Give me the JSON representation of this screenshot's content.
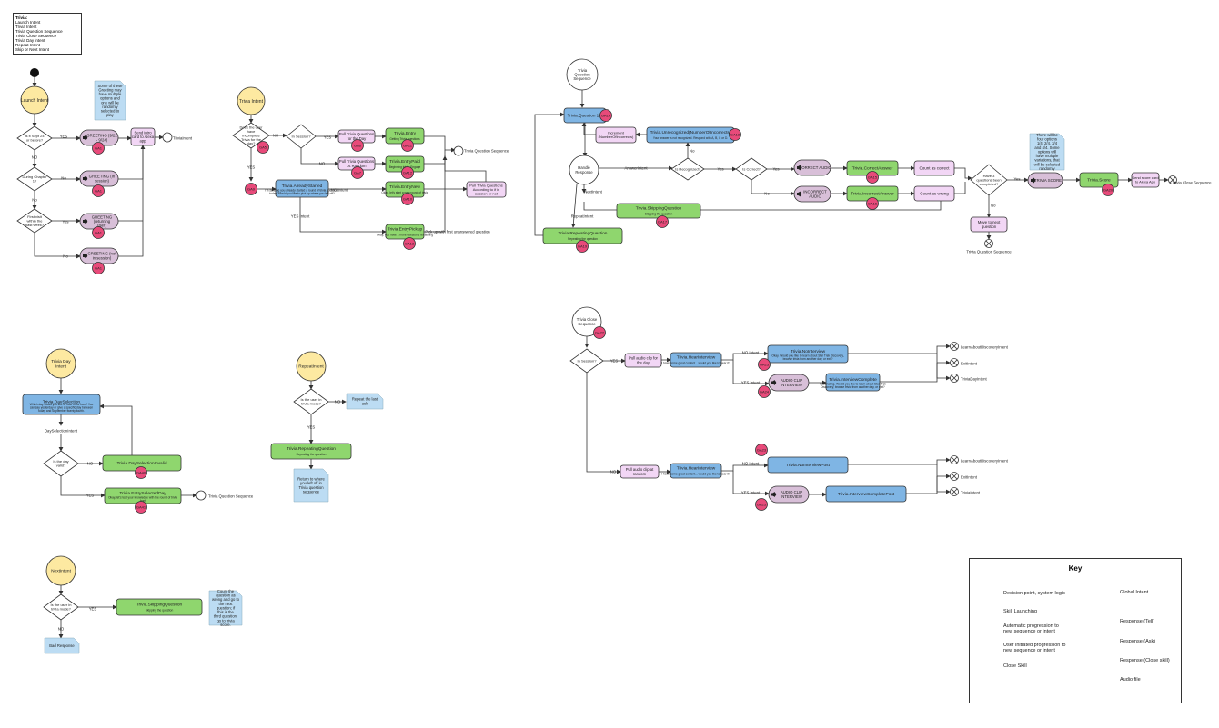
{
  "legend": {
    "title": "Trivia:",
    "items": [
      "Launch Intent",
      "Trivia Intent",
      "Trivia Question Sequence",
      "Trivia Close Sequence",
      "Trivia Day intent",
      "Repeat Intent",
      "Skip or Next Intent"
    ]
  },
  "launch": {
    "intent": "Launch Intent",
    "d1": "Is it Sept 24 or before?",
    "d2": "During Chapter 1?",
    "d3": "First visit within the past week?",
    "yes_upper": "YES",
    "no_upper": "NO",
    "yes": "Yes",
    "no": "No",
    "greet1": "GREETING (9/22 - 9/24)",
    "greet2": "GREETING (In session)",
    "greet3": "GREETING (returning user)",
    "greet4": "GREETING (not in session)",
    "ga": "GA1",
    "note": "Some of these Greeting may have multiple options and one will be randomly selected to play",
    "send": "Send intro card to Alexa app",
    "trivia_intent": "TriviaIntent"
  },
  "trivia_intent": {
    "intent": "Trivia Intent",
    "d1": "Does the user have incomplete Trivia for the day?",
    "d2": "In Session?",
    "yes": "YES",
    "no": "NO",
    "pull1": "Pull Trivia Questions for the Day",
    "pull2": "Pull Trivia Questions At Random",
    "entry_title": "Trivia.Entry",
    "entry_sub": "Getting Trivia questions",
    "entrypaid_title": "Trivia.EntryPaid",
    "entrypaid_sub": "Beginning trivia. Engage",
    "already_title": "Trivia.AlreadyStarted",
    "already_sub": "I'm sensing you already started a round of trivia questions today. Would you like to pick up where you left off?",
    "no_intent": "NO Intent",
    "yes_intent": "YES Intent",
    "entrynew_title": "Trivia.EntryNew",
    "entrynew_sub": "Okay, let's start a new round of trivia",
    "pull3": "Pull Trivia Questions According to if in session or not",
    "pickup_title": "Trivia.EntryPickup",
    "pickup_sub": "Okay, you have 2 more questions remaining",
    "pickup_note": "Pick up with first unanswered question",
    "tqs": "Trivia Question Sequence",
    "ga5": "GA5",
    "ga6": "GA6",
    "ga7": "GA7",
    "ga9": "GA9",
    "ga10": "GA10",
    "ga11": "GA11",
    "ga12": "GA12",
    "ga13": "GA13"
  },
  "question_seq": {
    "start": "Trivia Question Sequence",
    "q_title": "Trivia.Question 1-3",
    "ga14": "GA14",
    "unrec_title": "Trivia.Unrecognized(NumberOfIncorrects)",
    "unrec_sub": "Your answer is not recognized. Respond with A, B, C or D.",
    "ga18": "GA18",
    "increment": "Increment (NumberOfIncorrects)",
    "handle": "Handle Response",
    "answer_intent": "AnswerIntent",
    "recognized": "Is Recognized?",
    "no": "No",
    "yes": "Yes",
    "correct_q": "Is Correct?",
    "correct_audio": "CORRECT AUDIO",
    "incorrect_audio": "INCORRECT AUDIO",
    "correct_ans": "Trivia.CorrectAnswer",
    "incorrect_ans": "Trivia.IncorrectAnswer",
    "ga15": "GA15",
    "ga16": "GA16",
    "ga17": "GA17",
    "ga19": "GA19",
    "count_correct": "Count as correct",
    "count_wrong": "Count as wrong",
    "next_intent": "NextIntent",
    "repeat_intent": "RepeatIntent",
    "skip_title": "Trivia.SkippingQuestion",
    "skip_sub": "Skipping the question",
    "repeat_title": "Trivia.RepeatingQuestion",
    "repeat_sub": "Repeating the question",
    "have3": "Have 3 questions been completed?",
    "move_next": "Move to next question",
    "tqs": "Trivia Question Sequence",
    "score_audio": "TRIVIA SCORE",
    "score_note": "There will be four options 1/4, 2/4, 3/4 and 4/4. Some options will have multiple variations, that will be selected randomly",
    "score": "Trivia.Score",
    "ga20": "GA20",
    "send_score": "Send score card to Alexa App",
    "close_seq": "Trivia Close Sequence"
  },
  "close_seq": {
    "start": "Trivia Close Sequence",
    "ga22": "GA22",
    "in_session": "In Session?",
    "yes": "YES",
    "no": "NO",
    "pull_day": "Pull audio clip for the day",
    "pull_random": "Pull audio clip at random",
    "hear1_title": "Trivia.HearInterview",
    "hear1_sub": "I have some great content... would you like to hear it?",
    "hear2_title": "Trivia.HearInterview",
    "hear2_sub": "I have some great content... would you like to hear it?",
    "no_intent": "NO Intent",
    "yes_intent": "YES Intent",
    "nointerview_title": "Trivia.NoInterview",
    "nointerview_sub": "Okay. Would you like to learn about Star Trek Discovery, browse trivia from another day, or exit?",
    "audio_clip": "AUDIO CLIP INTERVIEW",
    "complete_title": "Trivia.InterviewComplete",
    "complete_sub": "Fascinating. Would you like to learn about Star Trek Discovery, browse trivia from another day, or exit?",
    "ga23": "GA23",
    "ga24": "GA24",
    "ga25": "GA25",
    "nointerview_post": "Trivia.NoInterviewPost",
    "complete_post": "Trivia.InterviewCompletePost",
    "learn": "LearnAboutDiscoveryIntent",
    "exit": "ExitIntent",
    "day": "TriviaDayIntent",
    "trivia": "TriviaIntent"
  },
  "day_intent": {
    "intent": "Trivia Day Intent",
    "day_title": "Trivia.DaySelection",
    "day_sub": "Which day would you like to hear trivia from? You can say yesterday or give a specific day between today and September twenty fourth.",
    "day_sel": "DaySelectionIntent",
    "valid": "Is the day valid?",
    "no": "NO",
    "yes": "YES",
    "invalid_title": "Trivia.DaySelectionInvalid",
    "selected_title": "Trivia.EntrySelectedDay",
    "selected_sub": "Okay, let's test your knowledge with the round of trivia from",
    "ga40": "GA40",
    "ga41": "GA41",
    "tqs": "Trivia Question Sequence"
  },
  "repeat": {
    "intent": "RepeatIntent",
    "q": "Is the user in trivia mode?",
    "no": "NO",
    "yes": "YES",
    "note_no": "Repeat the last ask",
    "title": "Trivia.RepeatingQuestion",
    "sub": "Repeating the question",
    "note_yes": "Return to where you left off in Trivia question sequence"
  },
  "next": {
    "intent": "NextIntent",
    "q": "Is the user in trivia mode?",
    "yes": "YES",
    "no": "NO",
    "title": "Trivia.SkippingQuestion",
    "sub": "Skipping the question",
    "note": "Count the question as wrong and go to the next question; if this is the third question, go to trivia score.",
    "bad": "Bad Response"
  },
  "key": {
    "title": "Key",
    "decision": "Decision point, system logic",
    "launch": "Skill Launching",
    "auto": "Automatic progression to new sequence or intent",
    "user": "User initiated progression to new sequence or intent",
    "close": "Close Skill",
    "global": "Global Intent",
    "tell": "Response (Tell)",
    "ask": "Response (Ask)",
    "close_resp": "Response (Close skill)",
    "audio": "Audio file"
  },
  "colors": {
    "intent": "#fde9a1",
    "tell": "#8fd66e",
    "ask": "#7fb5e4",
    "close": "#f28a80",
    "audio": "#d8bfd8",
    "process": "#f2d6f5",
    "note": "#bcdcf3",
    "ga": "#e84a7a"
  }
}
